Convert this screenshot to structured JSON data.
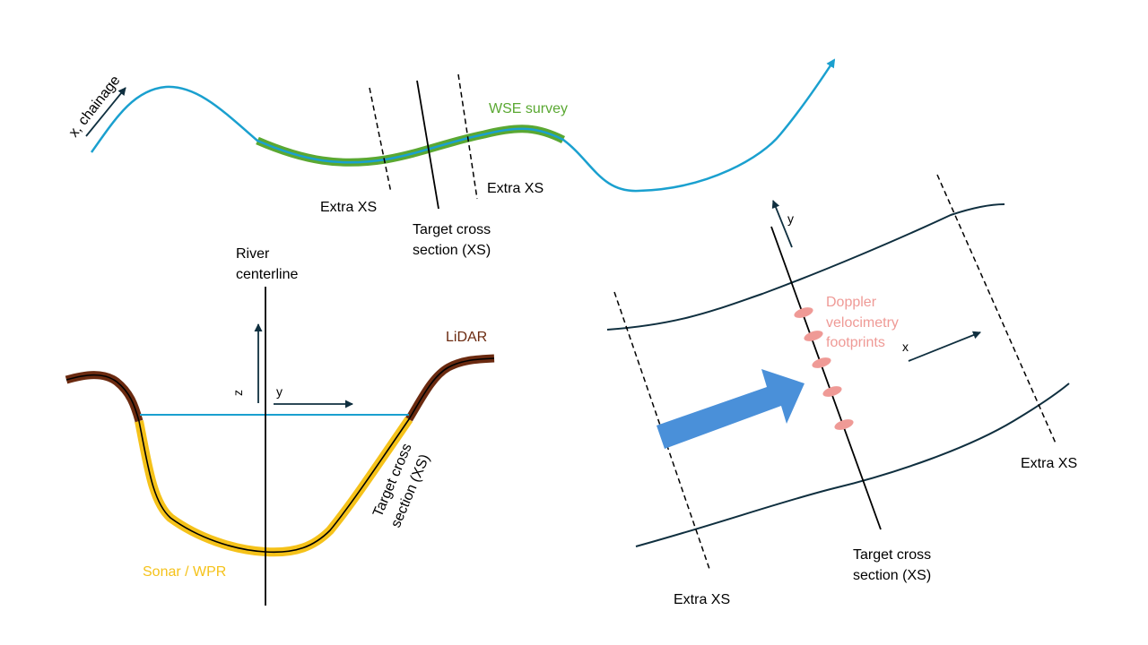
{
  "colors": {
    "river": "#1aa0cf",
    "wse": "#5aa832",
    "lidar": "#6b2a10",
    "sonar": "#f5c21a",
    "doppler": "#ef9a96",
    "flow_arrow": "#4a90d9",
    "ink": "#000000",
    "bank": "#0f2f3f"
  },
  "plan_view": {
    "chainage_label": "x, chainage",
    "wse_label": "WSE survey",
    "extra_xs_left": "Extra XS",
    "extra_xs_right": "Extra XS",
    "target_xs_line1": "Target cross",
    "target_xs_line2": "section (XS)"
  },
  "cross_section": {
    "centerline_line1": "River",
    "centerline_line2": "centerline",
    "z_label": "z",
    "y_label": "y",
    "lidar_label": "LiDAR",
    "sonar_label": "Sonar / WPR",
    "target_xs_line1": "Target cross",
    "target_xs_line2": "section (XS)"
  },
  "velocity_view": {
    "y_label": "y",
    "x_label": "x",
    "doppler_line1": "Doppler",
    "doppler_line2": "velocimetry",
    "doppler_line3": "footprints",
    "extra_xs_right": "Extra XS",
    "extra_xs_bottom": "Extra XS",
    "target_xs_line1": "Target cross",
    "target_xs_line2": "section (XS)"
  }
}
